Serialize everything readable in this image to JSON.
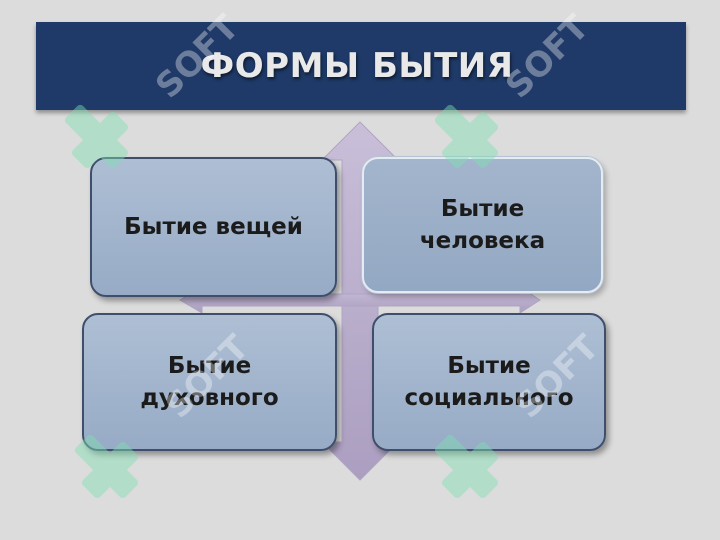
{
  "title": "ФОРМЫ БЫТИЯ",
  "boxes": {
    "things": "Бытие вещей",
    "human": "Бытие человека",
    "spiritual": "Бытие духовного",
    "social": "Бытие социального"
  },
  "watermark": "SOFT",
  "colors": {
    "banner": "#1f3a68",
    "box_fill": "#aebfd4",
    "box_border": "#3f4f6b",
    "arrow_fill": "#b9aecb",
    "background": "#dcdcdc"
  }
}
